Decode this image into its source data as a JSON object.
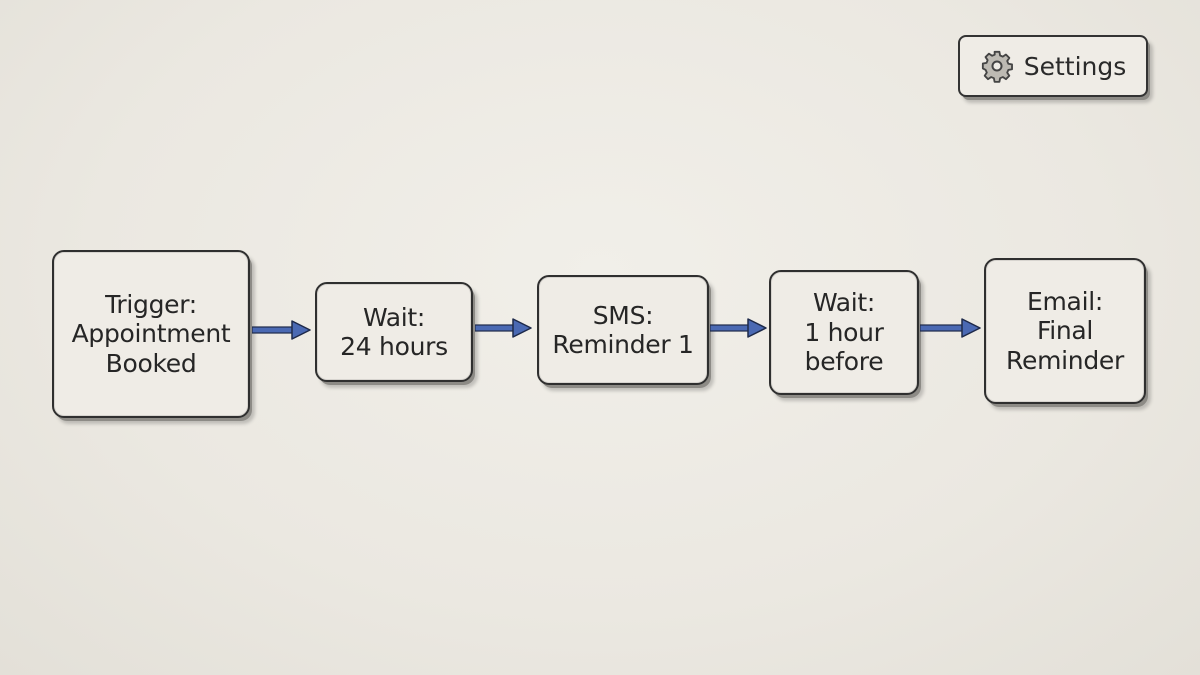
{
  "settings_button": {
    "label": "Settings",
    "icon": "gear-icon"
  },
  "workflow": {
    "nodes": [
      {
        "id": "trigger",
        "lines": [
          "Trigger:",
          "Appointment",
          "Booked"
        ]
      },
      {
        "id": "wait-24h",
        "lines": [
          "Wait:",
          "24 hours"
        ]
      },
      {
        "id": "sms",
        "lines": [
          "SMS:",
          "Reminder 1"
        ]
      },
      {
        "id": "wait-1h",
        "lines": [
          "Wait:",
          "1 hour",
          "before"
        ]
      },
      {
        "id": "email",
        "lines": [
          "Email:",
          "Final",
          "Reminder"
        ]
      }
    ],
    "connector_color": "#3f5fa8"
  }
}
